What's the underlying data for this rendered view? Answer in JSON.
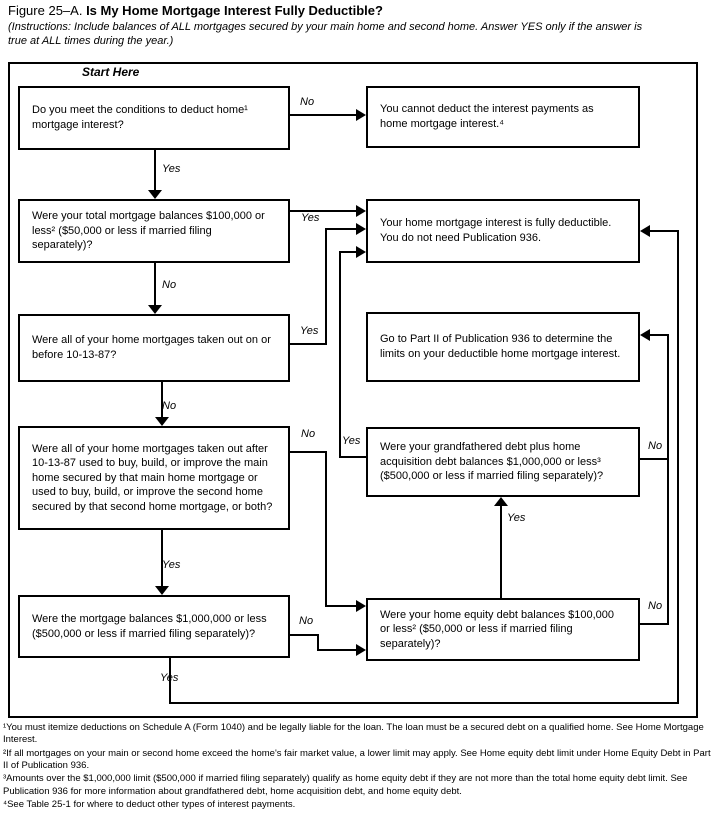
{
  "title": {
    "prefix": "Figure 25–A.",
    "main": "Is My Home Mortgage Interest Fully Deductible?"
  },
  "instructions": "(Instructions: Include balances of ALL mortgages secured by your main home and second home. Answer YES only if the answer is true at ALL times during the year.)",
  "start_here": "Start Here",
  "labels": {
    "yes": "Yes",
    "no": "No"
  },
  "boxes": {
    "conditions": "Do you meet the conditions to deduct home¹ mortgage interest?",
    "cannot_deduct": "You cannot deduct the interest payments as home mortgage interest.⁴",
    "total_balances": "Were your total mortgage balances $100,000 or less² ($50,000 or less if married filing separately)?",
    "fully_deductible": "Your home mortgage interest is fully deductible. You do not need Publication 936.",
    "before_101387": "Were all of your home mortgages taken out on or before 10-13-87?",
    "go_part2": "Go to Part II of Publication 936 to determine the limits on your deductible home mortgage interest.",
    "after_101387": "Were all of your home mortgages taken out after 10-13-87 used to buy, build, or improve the main home secured by that main home mortgage or used to buy, build, or improve the second home secured by that second home mortgage, or both?",
    "grandfathered": "Were your grandfathered debt plus home acquisition debt balances $1,000,000 or less³ ($500,000 or less if married filing separately)?",
    "balances_1m": "Were the mortgage balances $1,000,000 or less ($500,000 or less if married filing separately)?",
    "home_equity": "Were your home equity debt balances $100,000 or less² ($50,000 or less if married filing separately)?"
  },
  "footnotes": [
    "¹You must itemize deductions on Schedule A (Form 1040) and be legally liable for the loan. The loan must be a secured debt on a qualified home. See Home Mortgage Interest.",
    "²If all mortgages on your main or second home exceed the home's fair market value, a lower limit may apply. See Home equity debt limit under Home Equity Debt in Part II of Publication 936.",
    "³Amounts over the $1,000,000 limit ($500,000 if married filing separately) qualify as home equity debt if they are not more than the total home equity debt limit. See Publication 936 for more information about grandfathered debt, home acquisition debt, and home equity debt.",
    "⁴See Table 25-1 for where to deduct other types of interest payments."
  ]
}
